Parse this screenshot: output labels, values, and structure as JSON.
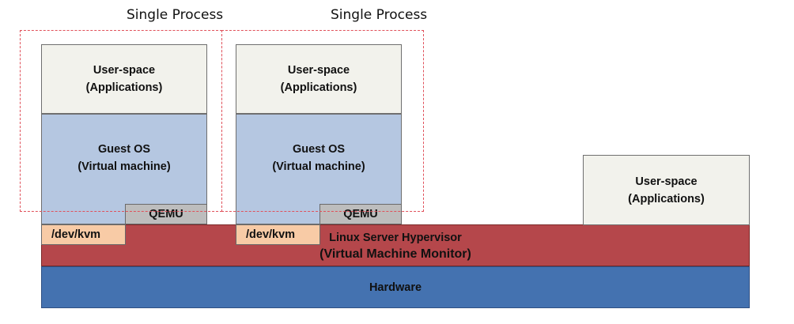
{
  "process_labels": [
    "Single Process",
    "Single Process"
  ],
  "vm1": {
    "userspace": [
      "User-space",
      "(Applications)"
    ],
    "guest": [
      "Guest OS",
      "(Virtual machine)"
    ],
    "qemu": "QEMU",
    "kvm": "/dev/kvm"
  },
  "vm2": {
    "userspace": [
      "User-space",
      "(Applications)"
    ],
    "guest": [
      "Guest OS",
      "(Virtual machine)"
    ],
    "qemu": "QEMU",
    "kvm": "/dev/kvm"
  },
  "host_userspace": [
    "User-space",
    "(Applications)"
  ],
  "hypervisor": [
    "Linux Server Hypervisor",
    "(Virtual Machine Monitor)"
  ],
  "hardware": "Hardware",
  "colors": {
    "userspace": "#f2f2ec",
    "guest_os": "#b5c7e1",
    "qemu": "#bdbdbd",
    "kvm": "#f8cba6",
    "hypervisor": "#b5474b",
    "hardware": "#4472b0",
    "process_border": "#e0505a"
  }
}
